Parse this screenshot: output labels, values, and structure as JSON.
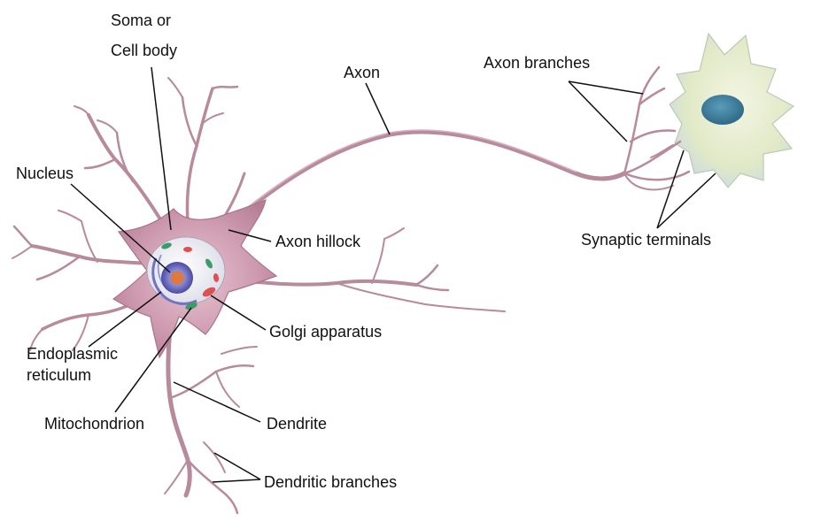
{
  "diagram": {
    "labels": {
      "soma_line1": "Soma or",
      "soma_line2": "Cell body",
      "axon": "Axon",
      "axon_branches": "Axon branches",
      "nucleus": "Nucleus",
      "axon_hillock": "Axon hillock",
      "synaptic_terminals": "Synaptic terminals",
      "golgi_apparatus": "Golgi apparatus",
      "er_line1": "Endoplasmic",
      "er_line2": "reticulum",
      "mitochondrion": "Mitochondrion",
      "dendrite": "Dendrite",
      "dendritic_branches": "Dendritic branches"
    },
    "colors": {
      "neuron_body": "#c994a8",
      "neuron_outline": "#a87489",
      "nucleus": "#4f4fa8",
      "nucleolus": "#e07a3c",
      "target_cell": "#e8efd2",
      "target_nucleus": "#3f7f9e"
    }
  }
}
